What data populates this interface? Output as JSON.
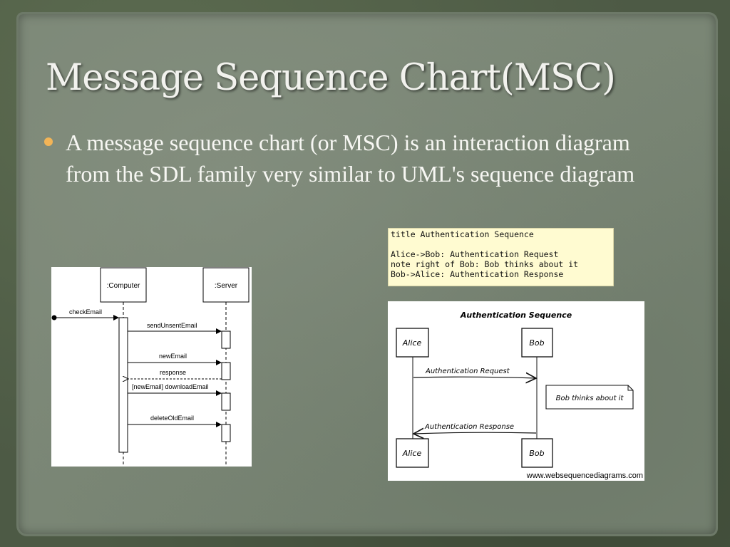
{
  "slide": {
    "title": "Message Sequence Chart(MSC)",
    "bullet": "A message sequence chart (or MSC) is an interaction diagram from the SDL family very similar to UML's sequence diagram",
    "bullet_color": "#f2b457"
  },
  "code_snippet": {
    "lines": [
      "title Authentication Sequence",
      "",
      "Alice->Bob: Authentication Request",
      "note right of Bob: Bob thinks about it",
      "Bob->Alice: Authentication Response"
    ],
    "background": "#fffbd1"
  },
  "uml_diagram": {
    "participants": [
      ":Computer",
      ":Server"
    ],
    "messages": [
      {
        "label": "checkEmail",
        "style": "sync"
      },
      {
        "label": "sendUnsentEmail",
        "style": "sync"
      },
      {
        "label": "newEmail",
        "style": "sync"
      },
      {
        "label": "response",
        "style": "return"
      },
      {
        "label": "[newEmail] downloadEmail",
        "style": "sync"
      },
      {
        "label": "deleteOldEmail",
        "style": "sync"
      }
    ]
  },
  "wsd_diagram": {
    "title": "Authentication Sequence",
    "participants": [
      "Alice",
      "Bob"
    ],
    "messages": [
      {
        "label": "Authentication Request",
        "from": "Alice",
        "to": "Bob"
      },
      {
        "label": "Authentication Response",
        "from": "Bob",
        "to": "Alice"
      }
    ],
    "note": "Bob thinks about it",
    "footer": "www.websequencediagrams.com"
  }
}
